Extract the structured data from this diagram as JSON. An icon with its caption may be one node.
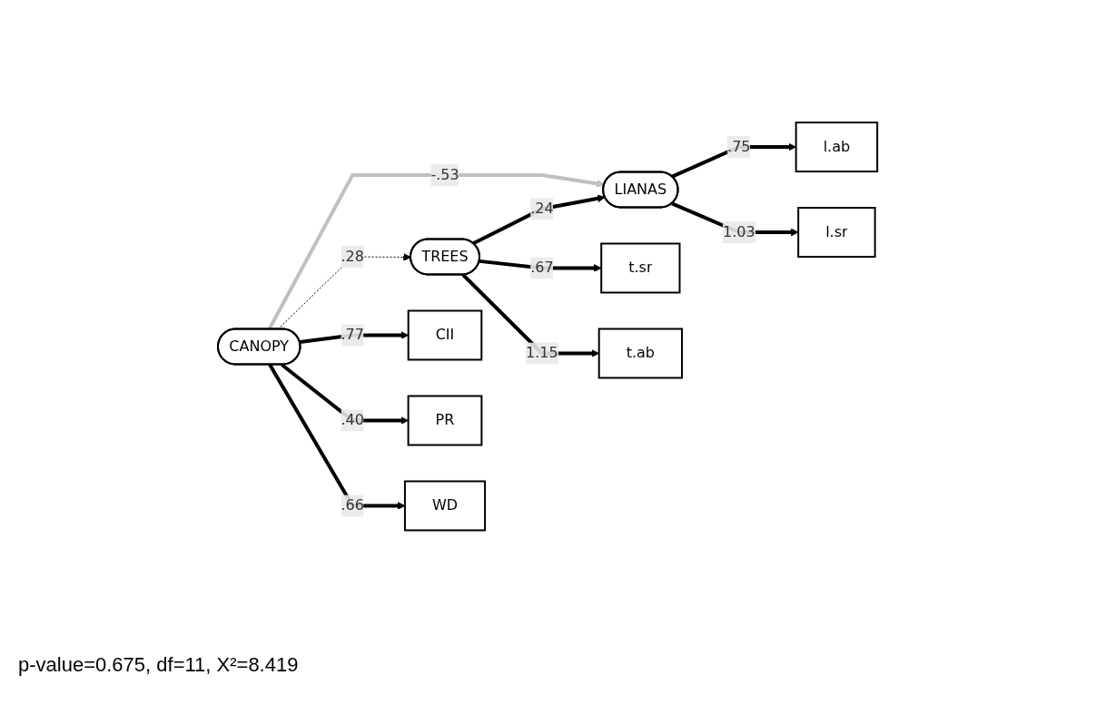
{
  "diagram": {
    "nodes": [
      {
        "text": [
          "l.ab"
        ]
      },
      {
        "text": [
          "LIANAS"
        ]
      },
      {
        "text": [
          "TREES"
        ]
      },
      {
        "text": [
          "t.sr"
        ]
      },
      {
        "text": [
          "l.sr"
        ]
      },
      {
        "text": [
          "t.ab"
        ]
      },
      {
        "text": [
          "CII"
        ]
      },
      {
        "text": [
          "CANOPY"
        ]
      },
      {
        "text": [
          "PR"
        ]
      },
      {
        "text": [
          "WD"
        ]
      }
    ],
    "edges": [
      {
        "from": 1,
        "to": 0,
        "arrow": "to",
        "label": ".75"
      },
      {
        "from": 1,
        "to": 4,
        "arrow": "to",
        "label": "1.03"
      },
      {
        "from": 2,
        "to": 1,
        "arrow": "to",
        "label": ".24"
      },
      {
        "from": 2,
        "to": 3,
        "arrow": "to",
        "label": ".67"
      },
      {
        "from": 2,
        "to": 5,
        "arrow": "to",
        "label": "1.15"
      },
      {
        "from": 7,
        "to": 1,
        "arrow": "to",
        "label": "-.53",
        "color": "#c0c0c0"
      },
      {
        "from": 7,
        "to": 2,
        "arrow": "to",
        "label": ".28",
        "style": "dashed"
      },
      {
        "from": 7,
        "to": 6,
        "arrow": "to",
        "label": ".77"
      },
      {
        "from": 7,
        "to": 8,
        "arrow": "to",
        "label": ".40"
      },
      {
        "from": 7,
        "to": 9,
        "arrow": "to",
        "label": ".66"
      }
    ],
    "labels": [
      "p-value=0.675, df=11, X²=8.419"
    ]
  }
}
